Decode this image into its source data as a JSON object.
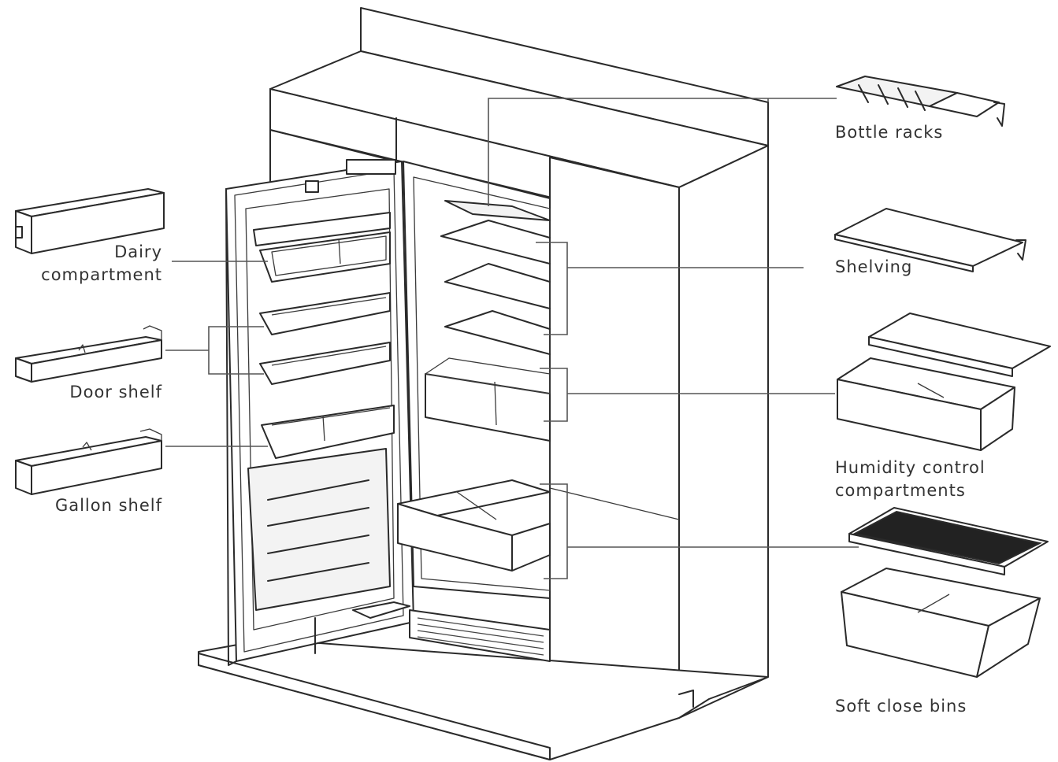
{
  "labels": {
    "dairy": [
      "Dairy",
      "compartment"
    ],
    "door_shelf": "Door shelf",
    "gallon_shelf": "Gallon shelf",
    "bottle_racks": "Bottle racks",
    "shelving": "Shelving",
    "humidity": [
      "Humidity control",
      "compartments"
    ],
    "soft_close": "Soft close bins"
  },
  "colors": {
    "line": "#2a2a2a",
    "text": "#333333",
    "background": "#ffffff"
  }
}
